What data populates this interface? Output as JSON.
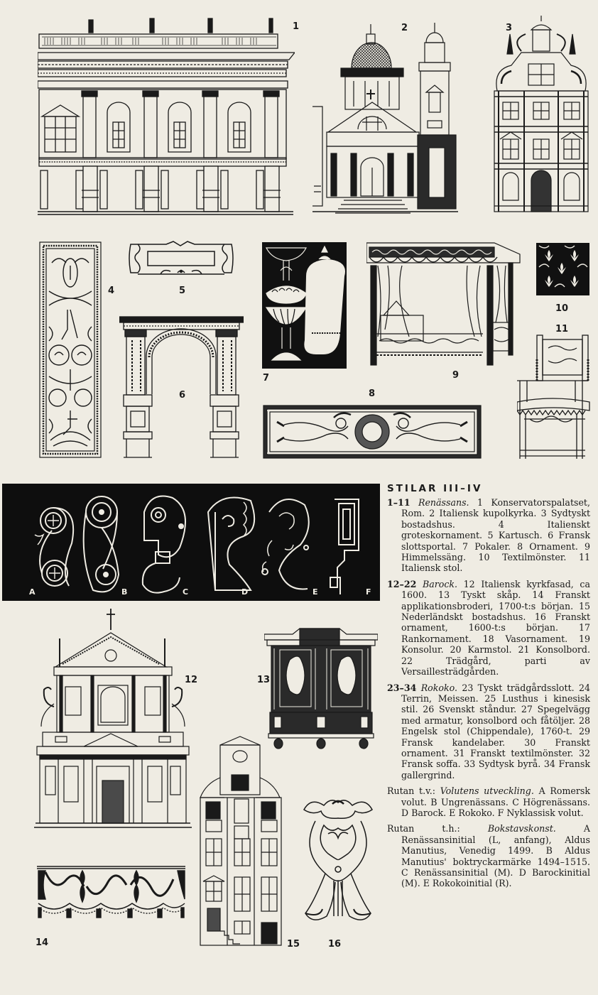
{
  "page": {
    "background": "#efece3",
    "ink": "#1a1a1a"
  },
  "figures": [
    {
      "id": "1",
      "label": "1",
      "subject": "Konservatorspalatset, Rom"
    },
    {
      "id": "2",
      "label": "2",
      "subject": "Italiensk kupolkyrka"
    },
    {
      "id": "3",
      "label": "3",
      "subject": "Sydtyskt bostadshus"
    },
    {
      "id": "4",
      "label": "4",
      "subject": "Italienskt groteskornament"
    },
    {
      "id": "5",
      "label": "5",
      "subject": "Kartusch"
    },
    {
      "id": "6",
      "label": "6",
      "subject": "Fransk slottsportal"
    },
    {
      "id": "7",
      "label": "7",
      "subject": "Pokaler"
    },
    {
      "id": "8",
      "label": "8",
      "subject": "Ornament"
    },
    {
      "id": "9",
      "label": "9",
      "subject": "Himmelssäng"
    },
    {
      "id": "10",
      "label": "10",
      "subject": "Textilmönster"
    },
    {
      "id": "11",
      "label": "11",
      "subject": "Italiensk stol"
    },
    {
      "id": "12",
      "label": "12",
      "subject": "Italiensk kyrkfasad, ca 1600"
    },
    {
      "id": "13",
      "label": "13",
      "subject": "Tyskt skåp"
    },
    {
      "id": "14",
      "label": "14",
      "subject": "Franskt applikationsbroderi"
    },
    {
      "id": "15",
      "label": "15",
      "subject": "Nederländskt bostadshus"
    },
    {
      "id": "16",
      "label": "16",
      "subject": "Franskt ornament"
    }
  ],
  "volute_panel": {
    "labels": [
      "A",
      "B",
      "C",
      "D",
      "E",
      "F"
    ]
  },
  "caption": {
    "heading": "STILAR III–IV",
    "paragraphs": [
      {
        "range": "1–11",
        "title": "Renässans.",
        "body": "1 Konservatorspalatset, Rom. 2 Italiensk kupolkyrka. 3 Sydtyskt bostadshus. 4 Italienskt groteskornament. 5 Kartusch. 6 Fransk slottsportal. 7 Pokaler. 8 Ornament. 9 Himmelssäng. 10 Textilmönster. 11 Italiensk stol."
      },
      {
        "range": "12–22",
        "title": "Barock.",
        "body": "12 Italiensk kyrkfasad, ca 1600. 13 Tyskt skåp. 14 Franskt applikationsbroderi, 1700-t:s början. 15 Nederländskt bostadshus. 16 Franskt ornament, 1600-t:s början. 17 Rankornament. 18 Vasornament. 19 Konsolur. 20 Karmstol. 21 Konsolbord. 22 Trädgård, parti av Versaillesträdgården."
      },
      {
        "range": "23–34",
        "title": "Rokoko.",
        "body": "23 Tyskt trädgårdsslott. 24 Terrin, Meissen. 25 Lusthus i kinesisk stil. 26 Svenskt ståndur. 27 Spegelvägg med armatur, konsolbord och fåtöljer. 28 Engelsk stol (Chippendale), 1760-t. 29 Fransk kandelaber. 30 Franskt ornament. 31 Franskt textilmönster. 32 Fransk soffa. 33 Sydtysk byrå. 34 Fransk gallergrind."
      },
      {
        "range": "Rutan t.v.:",
        "title": "Volutens utveckling.",
        "body": "A Romersk volut. B Ungrenässans. C Högrenässans. D Barock. E Rokoko. F Nyklassisk volut."
      },
      {
        "range": "Rutan t.h.:",
        "title": "Bokstavskonst.",
        "body": "A Renässansinitial (L, anfang), Aldus Manutius, Venedig 1499. B Aldus Manutius' boktryckarmärke 1494–1515. C Renässansinitial (M). D Barockinitial (M). E Rokokoinitial (R)."
      }
    ]
  }
}
